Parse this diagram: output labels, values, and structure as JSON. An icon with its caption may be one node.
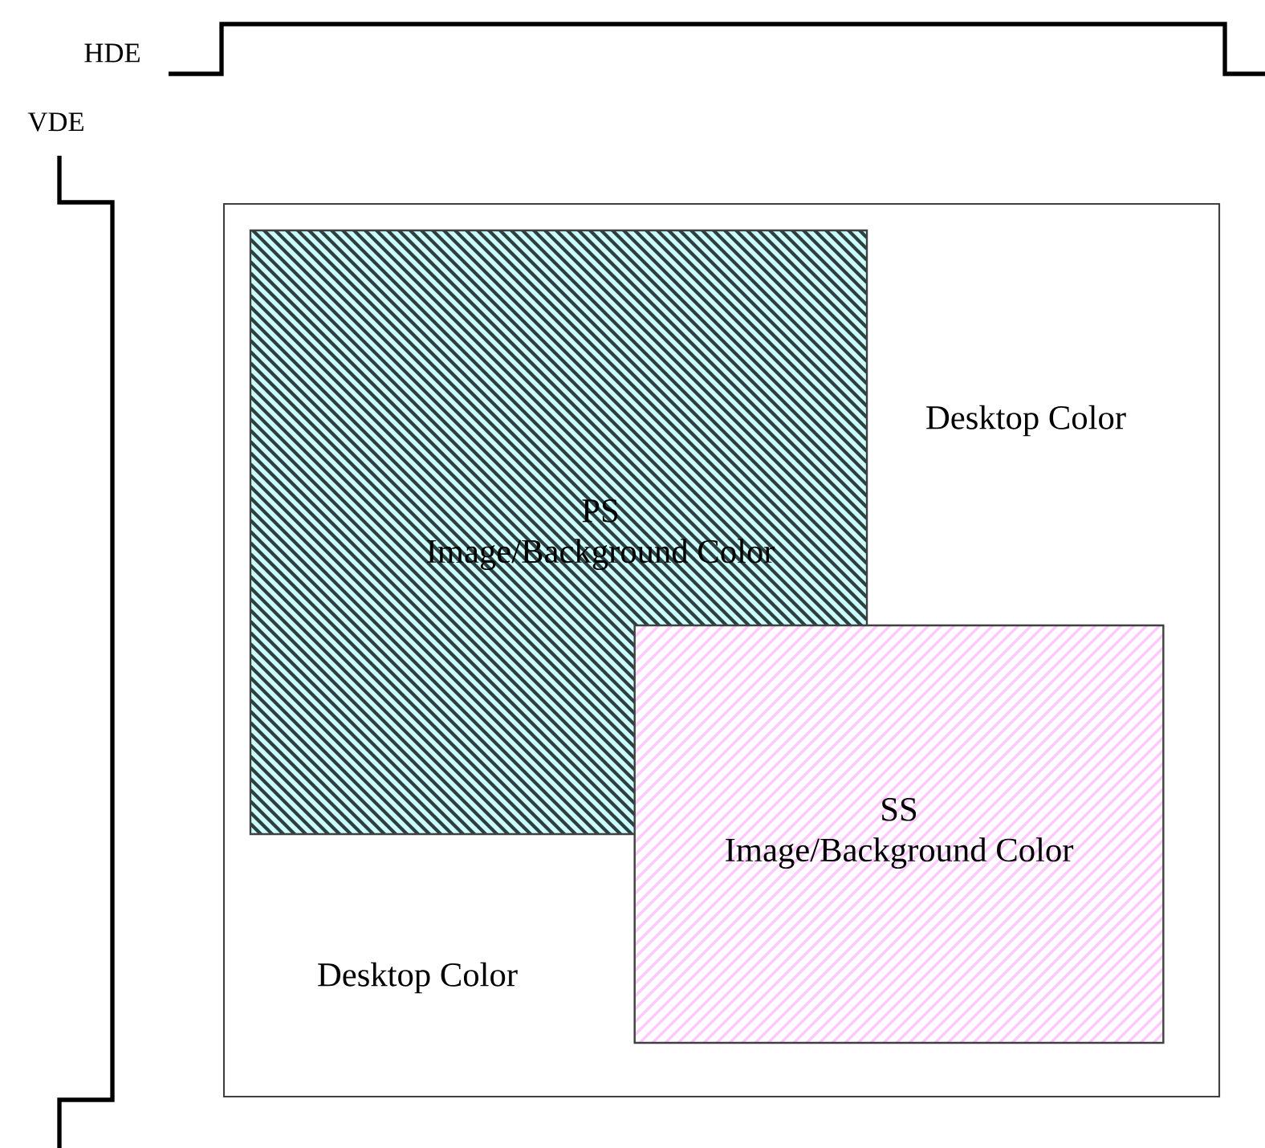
{
  "diagram": {
    "nodes": [
      {
        "text": [
          "Desktop Color",
          "Desktop Color"
        ]
      },
      {
        "text": [
          "PS",
          "Image/Background Color"
        ],
        "in": 0
      },
      {
        "text": [
          "SS",
          "Image/Background Color"
        ],
        "in": 0
      }
    ],
    "labels": [
      "HDE",
      "VDE"
    ]
  }
}
